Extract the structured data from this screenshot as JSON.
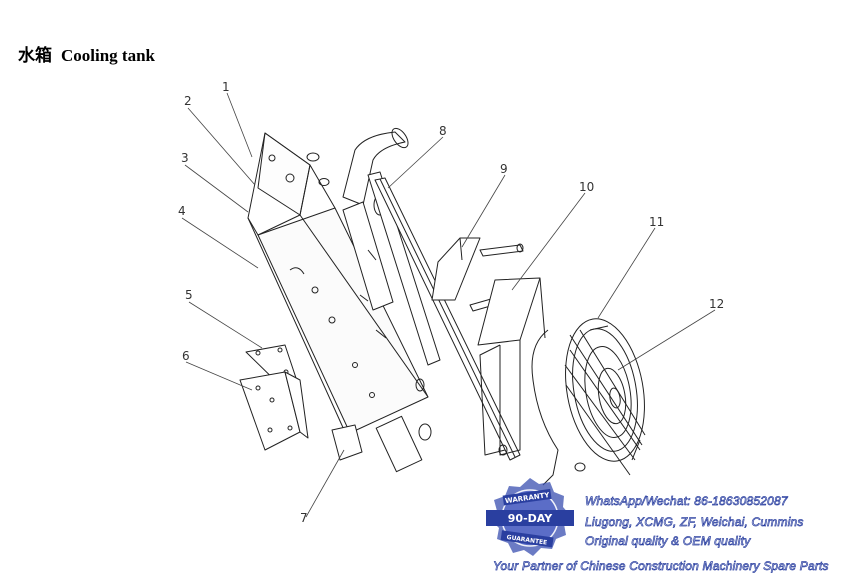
{
  "title": {
    "chinese": "水箱",
    "english": "Cooling tank"
  },
  "callouts": [
    "1",
    "2",
    "3",
    "4",
    "5",
    "6",
    "7",
    "8",
    "9",
    "10",
    "11",
    "12"
  ],
  "watermark": {
    "badge_top": "WARRANTY",
    "badge_center": "90-DAY",
    "badge_bottom": "GUARANTEE",
    "lines": [
      "WhatsApp/Wechat: 86-18630852087",
      "Liugong, XCMG, ZF, Weichai, Cummins",
      "Original quality & OEM quality",
      "Your Partner of Chinese Construction Machinery Spare Parts"
    ],
    "accent_color": "#2a3fa0"
  }
}
